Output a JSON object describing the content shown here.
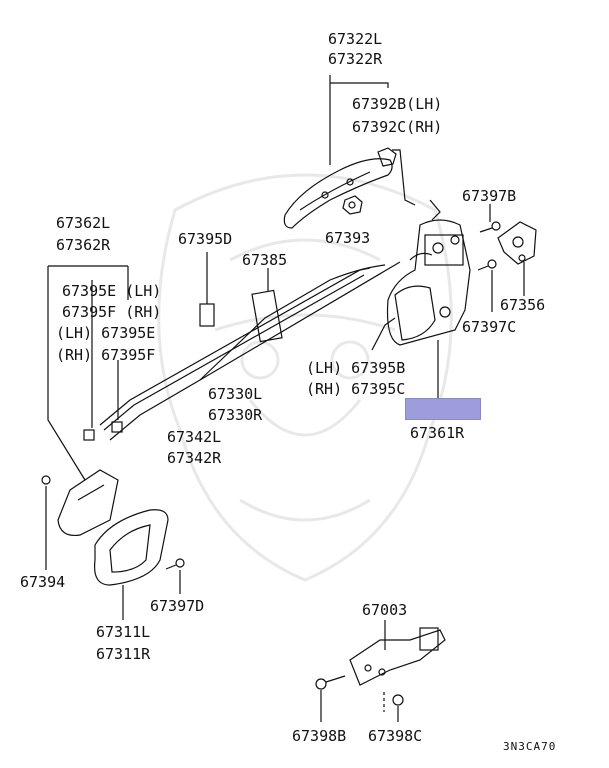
{
  "diagram_code": "3N3CA70",
  "highlight_color": "#9d9ddc",
  "parts": {
    "p67322L": "67322L",
    "p67322R": "67322R",
    "p67392B": "67392B(LH)",
    "p67392C": "67392C(RH)",
    "p67397B": "67397B",
    "p67362L": "67362L",
    "p67362R": "67362R",
    "p67395D": "67395D",
    "p67385": "67385",
    "p67393": "67393",
    "p67356": "67356",
    "p67397C": "67397C",
    "p67395E_1": "67395E (LH)",
    "p67395F_1": "67395F (RH)",
    "p67395E_2": "(LH) 67395E",
    "p67395F_2": "(RH) 67395F",
    "p67395B": "(LH) 67395B",
    "p67395C": "(RH) 67395C",
    "p67330L": "67330L",
    "p67330R": "67330R",
    "p67361R": "67361R",
    "p67342L": "67342L",
    "p67342R": "67342R",
    "p67394": "67394",
    "p67397D": "67397D",
    "p67311L": "67311L",
    "p67311R": "67311R",
    "p67003": "67003",
    "p67398B": "67398B",
    "p67398C": "67398C"
  }
}
